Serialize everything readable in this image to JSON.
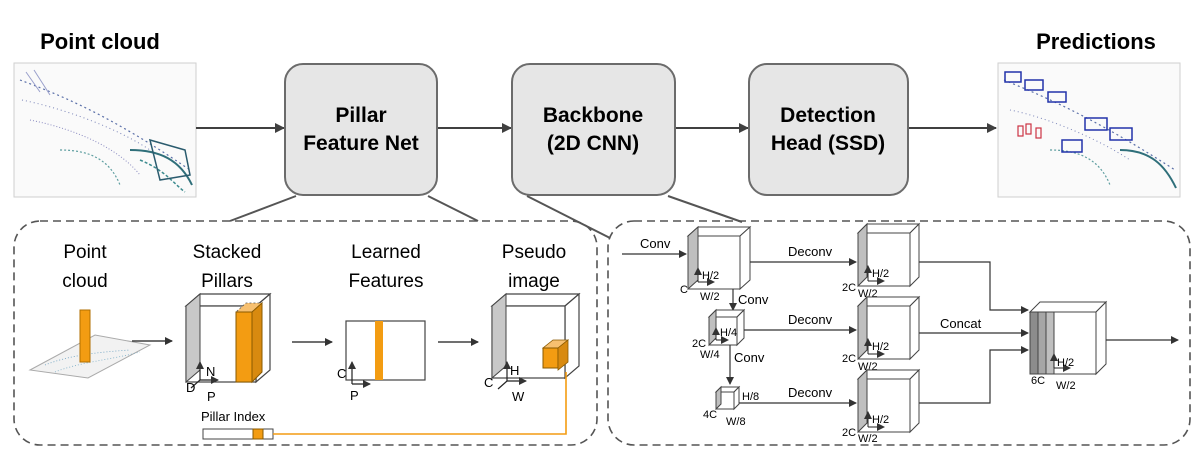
{
  "titles": {
    "input": "Point cloud",
    "output": "Predictions"
  },
  "stages": {
    "pfn": [
      "Pillar",
      "Feature Net"
    ],
    "backbone": [
      "Backbone",
      "(2D CNN)"
    ],
    "head": [
      "Detection",
      "Head (SSD)"
    ]
  },
  "pfn_detail": {
    "point_cloud": [
      "Point",
      "cloud"
    ],
    "stacked": [
      "Stacked",
      "Pillars"
    ],
    "learned": [
      "Learned",
      "Features"
    ],
    "pseudo": [
      "Pseudo",
      "image"
    ],
    "pillar_index": "Pillar Index",
    "axes": {
      "N": "N",
      "D": "D",
      "P": "P",
      "C": "C",
      "H": "H",
      "W": "W"
    }
  },
  "backbone_detail": {
    "conv": "Conv",
    "deconv": "Deconv",
    "concat": "Concat",
    "dims": {
      "C": "C",
      "H2": "H/2",
      "W2": "W/2",
      "C2": "2C",
      "H4": "H/4",
      "W4": "W/4",
      "C4": "4C",
      "H8": "H/8",
      "W8": "W/8",
      "C6": "6C"
    }
  },
  "colors": {
    "stage_fill": "#e6e6e6",
    "orange": "#f39c12",
    "box_gray": "#bfbfbf",
    "arrow": "#404040"
  }
}
